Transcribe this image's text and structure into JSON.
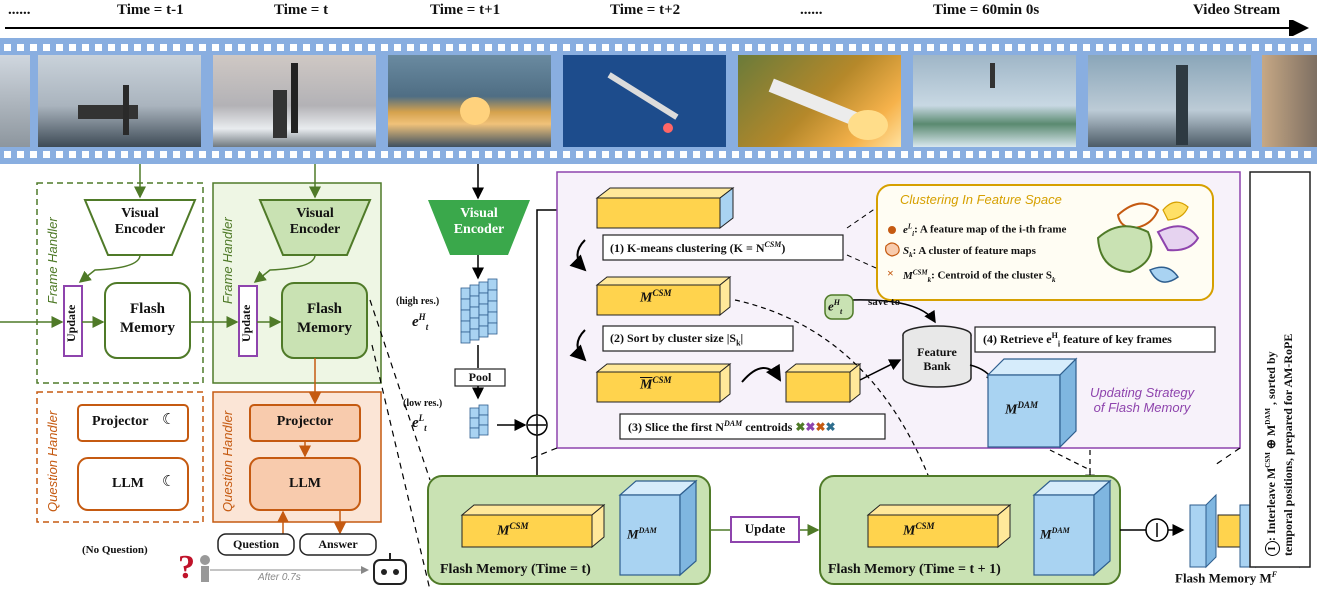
{
  "timeline": {
    "labels": [
      "......",
      "Time = t-1",
      "Time = t",
      "Time = t+1",
      "Time = t+2",
      "......",
      "Time = 60min 0s",
      "Video Stream"
    ]
  },
  "left": {
    "frame_handler_label": "Frame Handler",
    "question_handler_label": "Question Handler",
    "visual_encoder_line1": "Visual",
    "visual_encoder_line2": "Encoder",
    "update_label": "Update",
    "flash_memory_line1": "Flash",
    "flash_memory_line2": "Memory",
    "projector_label": "Projector",
    "llm_label": "LLM",
    "no_question": "(No Question)",
    "question_label": "Question",
    "answer_label": "Answer",
    "after_label": "After 0.7s"
  },
  "middle": {
    "visual_encoder_line1": "Visual",
    "visual_encoder_line2": "Encoder",
    "high_res": "(high res.)",
    "low_res": "(low res.)",
    "pool_label": "Pool",
    "e_t_H": "e",
    "e_t_L": "e"
  },
  "strategy": {
    "step1": "(1) K-means clustering (K = N",
    "step1_sup": "CSM",
    "step2": "(2) Sort by cluster size |S",
    "step3": "(3) Slice the first N",
    "step3_sup": "DAM",
    "step3_tail": " centroids",
    "step4": "(4) Retrieve e",
    "step4_tail": " feature of key frames",
    "save_to": "save to",
    "feature_bank_line1": "Feature",
    "feature_bank_line2": "Bank",
    "m_csm": "M",
    "m_csm_sup": "CSM",
    "m_dam_sup": "DAM",
    "strategy_title_line1": "Updating Strategy",
    "strategy_title_line2": "of Flash Memory",
    "clustering_title": "Clustering In Feature Space",
    "legend_1": ": A feature map of the i-th frame",
    "legend_2": ": A cluster of feature maps",
    "legend_3": ": Centroid of the cluster S"
  },
  "bottom": {
    "fm_t": "Flash Memory (Time = t)",
    "fm_t1": "Flash Memory (Time = t + 1)",
    "update_label": "Update",
    "fm_F": "Flash Memory M",
    "fm_F_sup": "F"
  },
  "vertical_note": {
    "line1": ": Interleave M",
    "line1b": " , sorted by",
    "line2": "temporal positions, prepared for AM-RoPE"
  },
  "colors": {
    "green_dark": "#4f7a28",
    "green_fill": "#c9e2b3",
    "green_light": "#eef6e4",
    "orange": "#c55a11",
    "orange_fill": "#f8cbad",
    "purple": "#8e44ad",
    "purple_fill": "#f7f2fa",
    "yellow": "#ffd34d",
    "blue": "#a9d3f2",
    "film": "#7fa7d9",
    "gold": "#d6a000"
  }
}
